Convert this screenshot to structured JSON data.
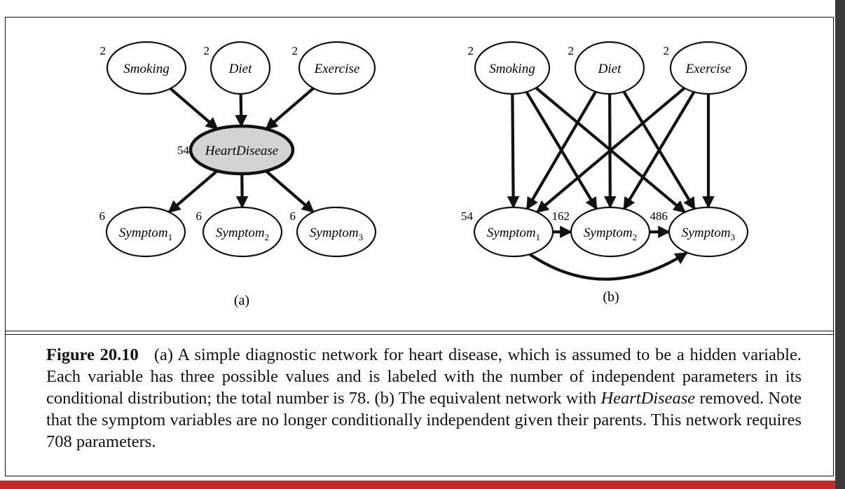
{
  "diagram_a": {
    "nodes": [
      {
        "id": "smoking",
        "label": "Smoking",
        "count": "2"
      },
      {
        "id": "diet",
        "label": "Diet",
        "count": "2"
      },
      {
        "id": "exercise",
        "label": "Exercise",
        "count": "2"
      },
      {
        "id": "heartdisease",
        "label": "HeartDisease",
        "count": "54",
        "hidden": true
      },
      {
        "id": "symptom1",
        "label": "Symptom",
        "subscript": "1",
        "count": "6"
      },
      {
        "id": "symptom2",
        "label": "Symptom",
        "subscript": "2",
        "count": "6"
      },
      {
        "id": "symptom3",
        "label": "Symptom",
        "subscript": "3",
        "count": "6"
      }
    ],
    "edges": [
      [
        "smoking",
        "heartdisease"
      ],
      [
        "diet",
        "heartdisease"
      ],
      [
        "exercise",
        "heartdisease"
      ],
      [
        "heartdisease",
        "symptom1"
      ],
      [
        "heartdisease",
        "symptom2"
      ],
      [
        "heartdisease",
        "symptom3"
      ]
    ],
    "sublabel": "(a)"
  },
  "diagram_b": {
    "nodes": [
      {
        "id": "smoking",
        "label": "Smoking",
        "count": "2"
      },
      {
        "id": "diet",
        "label": "Diet",
        "count": "2"
      },
      {
        "id": "exercise",
        "label": "Exercise",
        "count": "2"
      },
      {
        "id": "symptom1",
        "label": "Symptom",
        "subscript": "1",
        "count": "54"
      },
      {
        "id": "symptom2",
        "label": "Symptom",
        "subscript": "2",
        "count": "162"
      },
      {
        "id": "symptom3",
        "label": "Symptom",
        "subscript": "3",
        "count": "486"
      }
    ],
    "edges": [
      [
        "smoking",
        "symptom1"
      ],
      [
        "smoking",
        "symptom2"
      ],
      [
        "smoking",
        "symptom3"
      ],
      [
        "diet",
        "symptom1"
      ],
      [
        "diet",
        "symptom2"
      ],
      [
        "diet",
        "symptom3"
      ],
      [
        "exercise",
        "symptom1"
      ],
      [
        "exercise",
        "symptom2"
      ],
      [
        "exercise",
        "symptom3"
      ],
      [
        "symptom1",
        "symptom2"
      ],
      [
        "symptom2",
        "symptom3"
      ],
      [
        "symptom1",
        "symptom3"
      ]
    ],
    "sublabel": "(b)"
  },
  "caption": {
    "figure_label": "Figure 20.10",
    "part1": "(a) A simple diagnostic network for heart disease, which is assumed to be a hidden variable. Each variable has three possible values and is labeled with the number of independent parameters in its conditional distribution; the total number is 78. (b) The equivalent network with ",
    "math_term": "HeartDisease",
    "part2": " removed. Note that the symptom variables are no longer conditionally independent given their parents. This network requires 708 parameters."
  },
  "colors": {
    "hidden_fill": "#d3d3d3",
    "stroke": "#111111",
    "bottom_bar": "#c8282e"
  }
}
